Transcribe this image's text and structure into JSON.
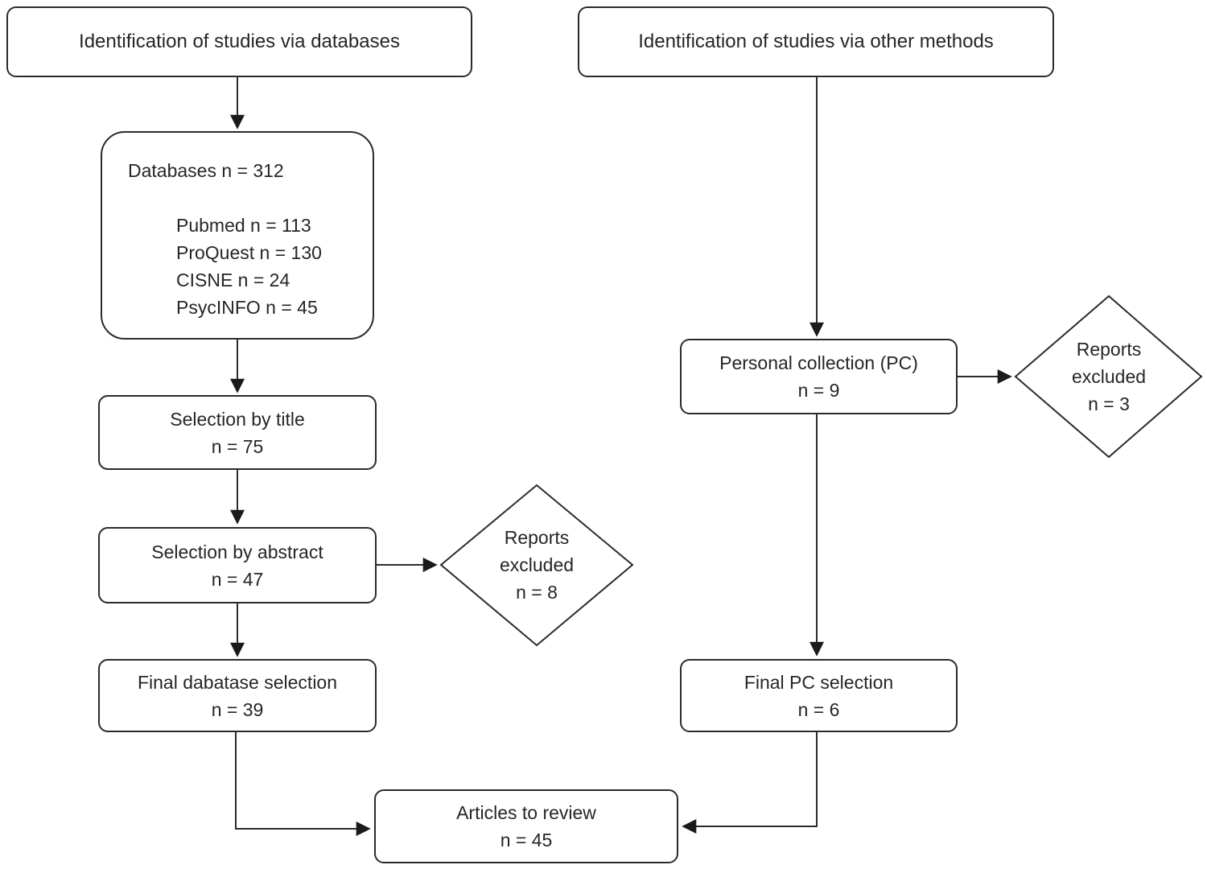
{
  "headers": {
    "left": "Identification of studies via databases",
    "right": "Identification of studies via other methods"
  },
  "databases": {
    "title": "Databases n = 312",
    "items": [
      "Pubmed n = 113",
      "ProQuest n = 130",
      "CISNE n = 24",
      "PsycINFO n = 45"
    ]
  },
  "selection_title": {
    "label": "Selection by title",
    "count": "n = 75"
  },
  "selection_abstract": {
    "label": "Selection by abstract",
    "count": "n = 47"
  },
  "final_database": {
    "label": "Final dabatase selection",
    "count": "n = 39"
  },
  "personal_collection": {
    "label": "Personal collection (PC)",
    "count": "n = 9"
  },
  "final_pc": {
    "label": "Final PC selection",
    "count": "n = 6"
  },
  "articles": {
    "label": "Articles to review",
    "count": "n = 45"
  },
  "excluded_abstract": {
    "lines": [
      "Reports",
      "excluded",
      "n = 8"
    ]
  },
  "excluded_pc": {
    "lines": [
      "Reports",
      "excluded",
      "n = 3"
    ]
  },
  "colors": {
    "stroke": "#2b2b2b",
    "text": "#262626",
    "background": "#ffffff"
  }
}
